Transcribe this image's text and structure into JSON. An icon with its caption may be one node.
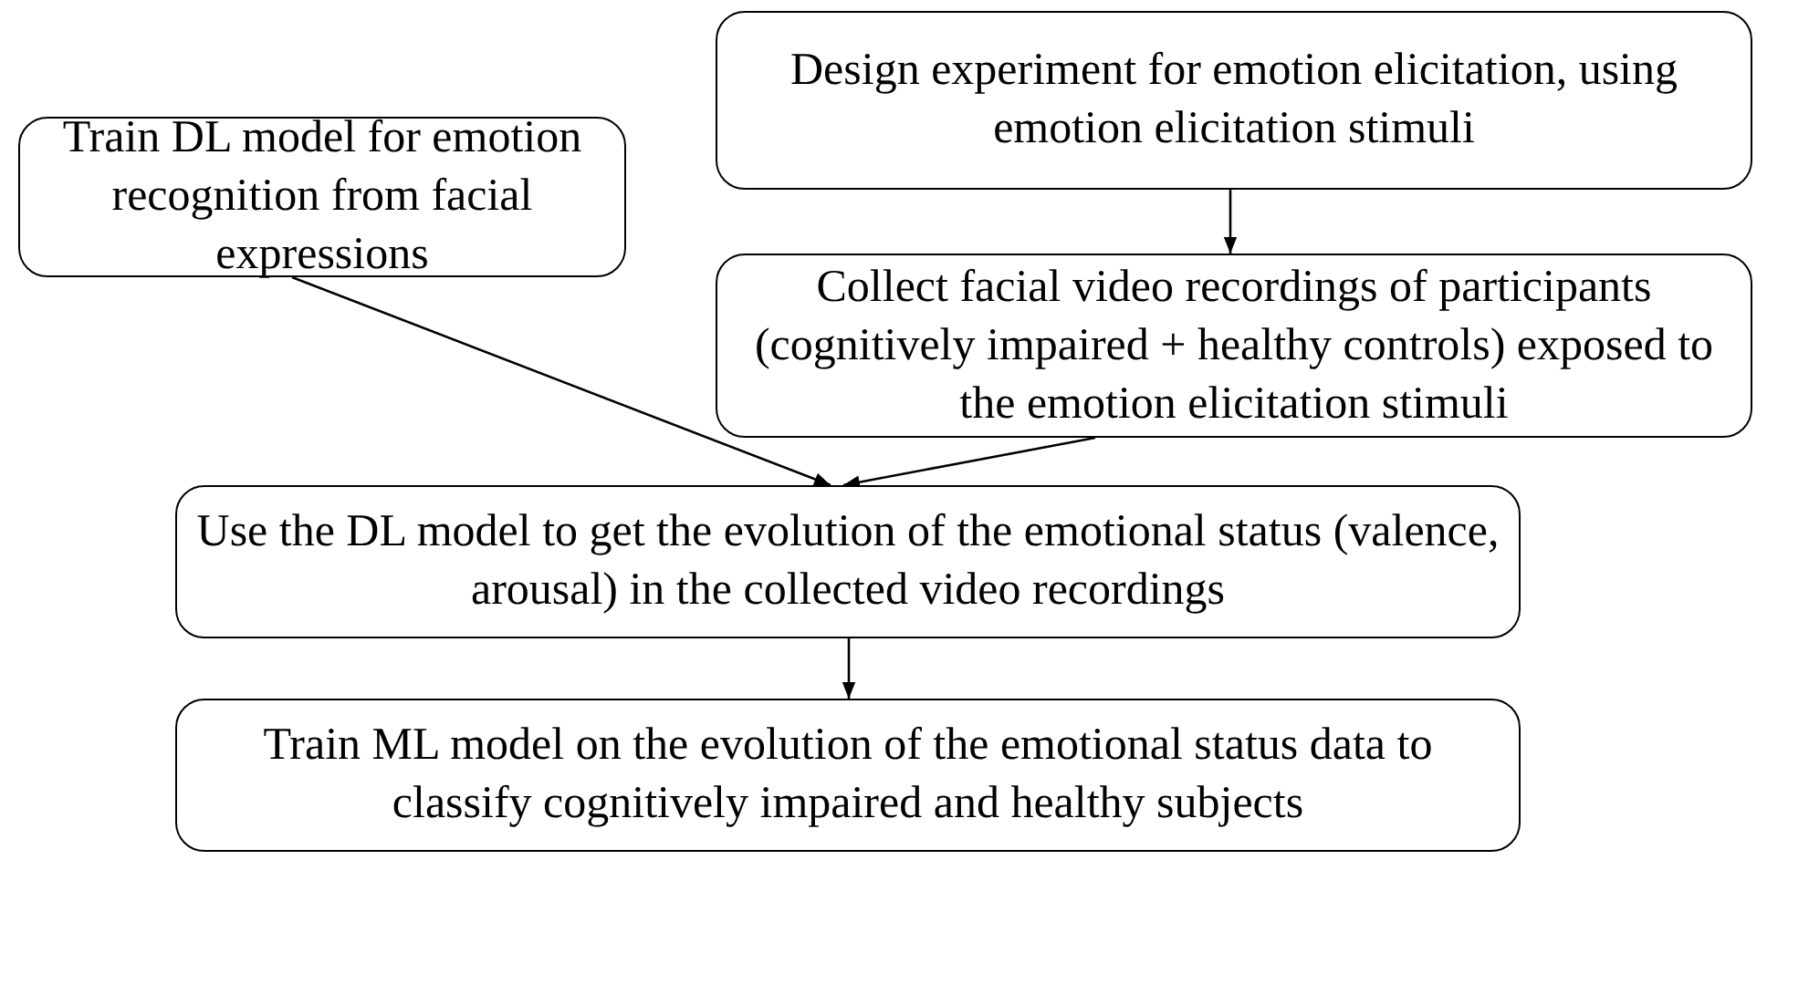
{
  "diagram": {
    "nodes": [
      {
        "text": [
          "Train DL model for emotion recognition from facial expressions"
        ]
      },
      {
        "text": [
          "Design experiment for emotion elicitation, using emotion elicitation stimuli"
        ]
      },
      {
        "text": [
          "Collect facial video recordings of participants (cognitively impaired + healthy controls) exposed to the emotion elicitation stimuli"
        ]
      },
      {
        "text": [
          "Use the DL model to get the evolution of the emotional status (valence, arousal) in the collected video recordings"
        ]
      },
      {
        "text": [
          "Train ML model on the evolution of the emotional status data to classify cognitively impaired and healthy subjects"
        ]
      }
    ],
    "edges": [
      {
        "from": 0,
        "to": 3,
        "arrow": "to"
      },
      {
        "from": 1,
        "to": 2,
        "arrow": "to"
      },
      {
        "from": 2,
        "to": 3,
        "arrow": "to"
      },
      {
        "from": 3,
        "to": 4,
        "arrow": "to"
      }
    ]
  }
}
